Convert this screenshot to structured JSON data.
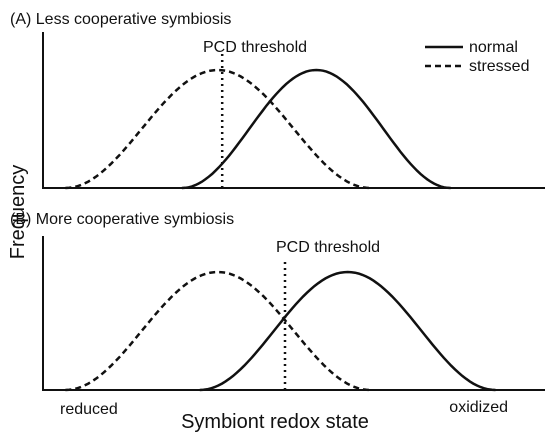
{
  "figure": {
    "ylabel": "Frequency",
    "xlabel": "Symbiont redox state",
    "x_left_label": "reduced",
    "x_right_label": "oxidized"
  },
  "legend": {
    "placement": "top-right",
    "entries": [
      {
        "label": "normal",
        "style": "solid"
      },
      {
        "label": "stressed",
        "style": "dashed"
      }
    ]
  },
  "chart_data": [
    {
      "type": "line",
      "title": "(A) Less cooperative symbiosis",
      "threshold_label": "PCD threshold",
      "threshold_x": 0.38,
      "xlim": [
        0,
        1
      ],
      "ylim": [
        0,
        1
      ],
      "series": [
        {
          "name": "normal",
          "style": "solid",
          "peak_x": 0.59,
          "half_width": 0.3
        },
        {
          "name": "stressed",
          "style": "dashed",
          "peak_x": 0.37,
          "half_width": 0.34
        }
      ]
    },
    {
      "type": "line",
      "title": "(B) More cooperative symbiosis",
      "threshold_label": "PCD threshold",
      "threshold_x": 0.52,
      "xlim": [
        0,
        1
      ],
      "ylim": [
        0,
        1
      ],
      "series": [
        {
          "name": "normal",
          "style": "solid",
          "peak_x": 0.66,
          "half_width": 0.33
        },
        {
          "name": "stressed",
          "style": "dashed",
          "peak_x": 0.37,
          "half_width": 0.34
        }
      ]
    }
  ]
}
